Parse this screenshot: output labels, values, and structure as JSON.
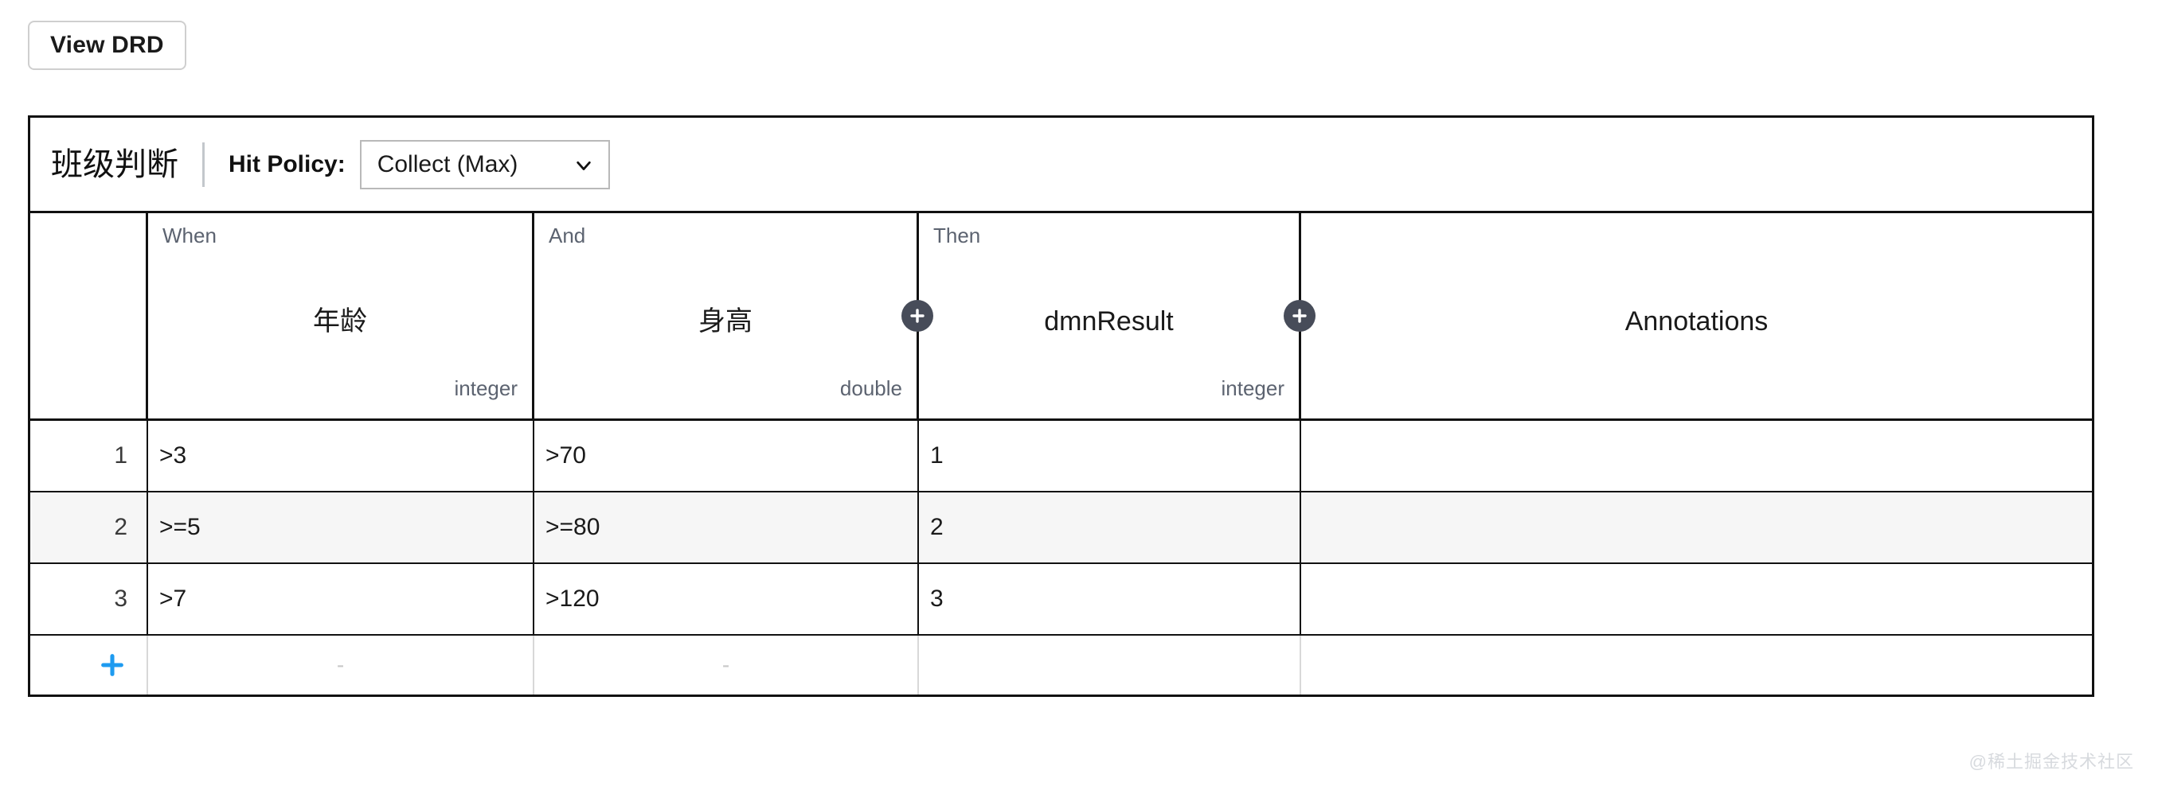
{
  "toolbar": {
    "view_drd_label": "View DRD"
  },
  "table": {
    "title": "班级判断",
    "hit_policy": {
      "label": "Hit Policy:",
      "selected": "Collect (Max)",
      "chevron_icon": "chevron-down-icon"
    },
    "columns": [
      {
        "role": "",
        "name": "",
        "type": ""
      },
      {
        "role": "When",
        "name": "年龄",
        "type": "integer"
      },
      {
        "role": "And",
        "name": "身高",
        "type": "double"
      },
      {
        "role": "Then",
        "name": "dmnResult",
        "type": "integer"
      },
      {
        "role": "",
        "name": "Annotations",
        "type": ""
      }
    ],
    "add_column_icon": "plus-circle-icon",
    "add_rule_icon": "plus-icon",
    "empty_cell_placeholder": "-",
    "rules": [
      {
        "index": "1",
        "when": ">3",
        "and": ">70",
        "then": "1",
        "annotation": ""
      },
      {
        "index": "2",
        "when": ">=5",
        "and": ">=80",
        "then": "2",
        "annotation": ""
      },
      {
        "index": "3",
        "when": ">7",
        "and": ">120",
        "then": "3",
        "annotation": ""
      }
    ],
    "colors": {
      "border": "#111111",
      "alt_row": "#f6f6f6",
      "add_column_badge": "#474c59",
      "add_rule_plus": "#1e9bf0"
    }
  },
  "watermark": "@稀土掘金技术社区"
}
